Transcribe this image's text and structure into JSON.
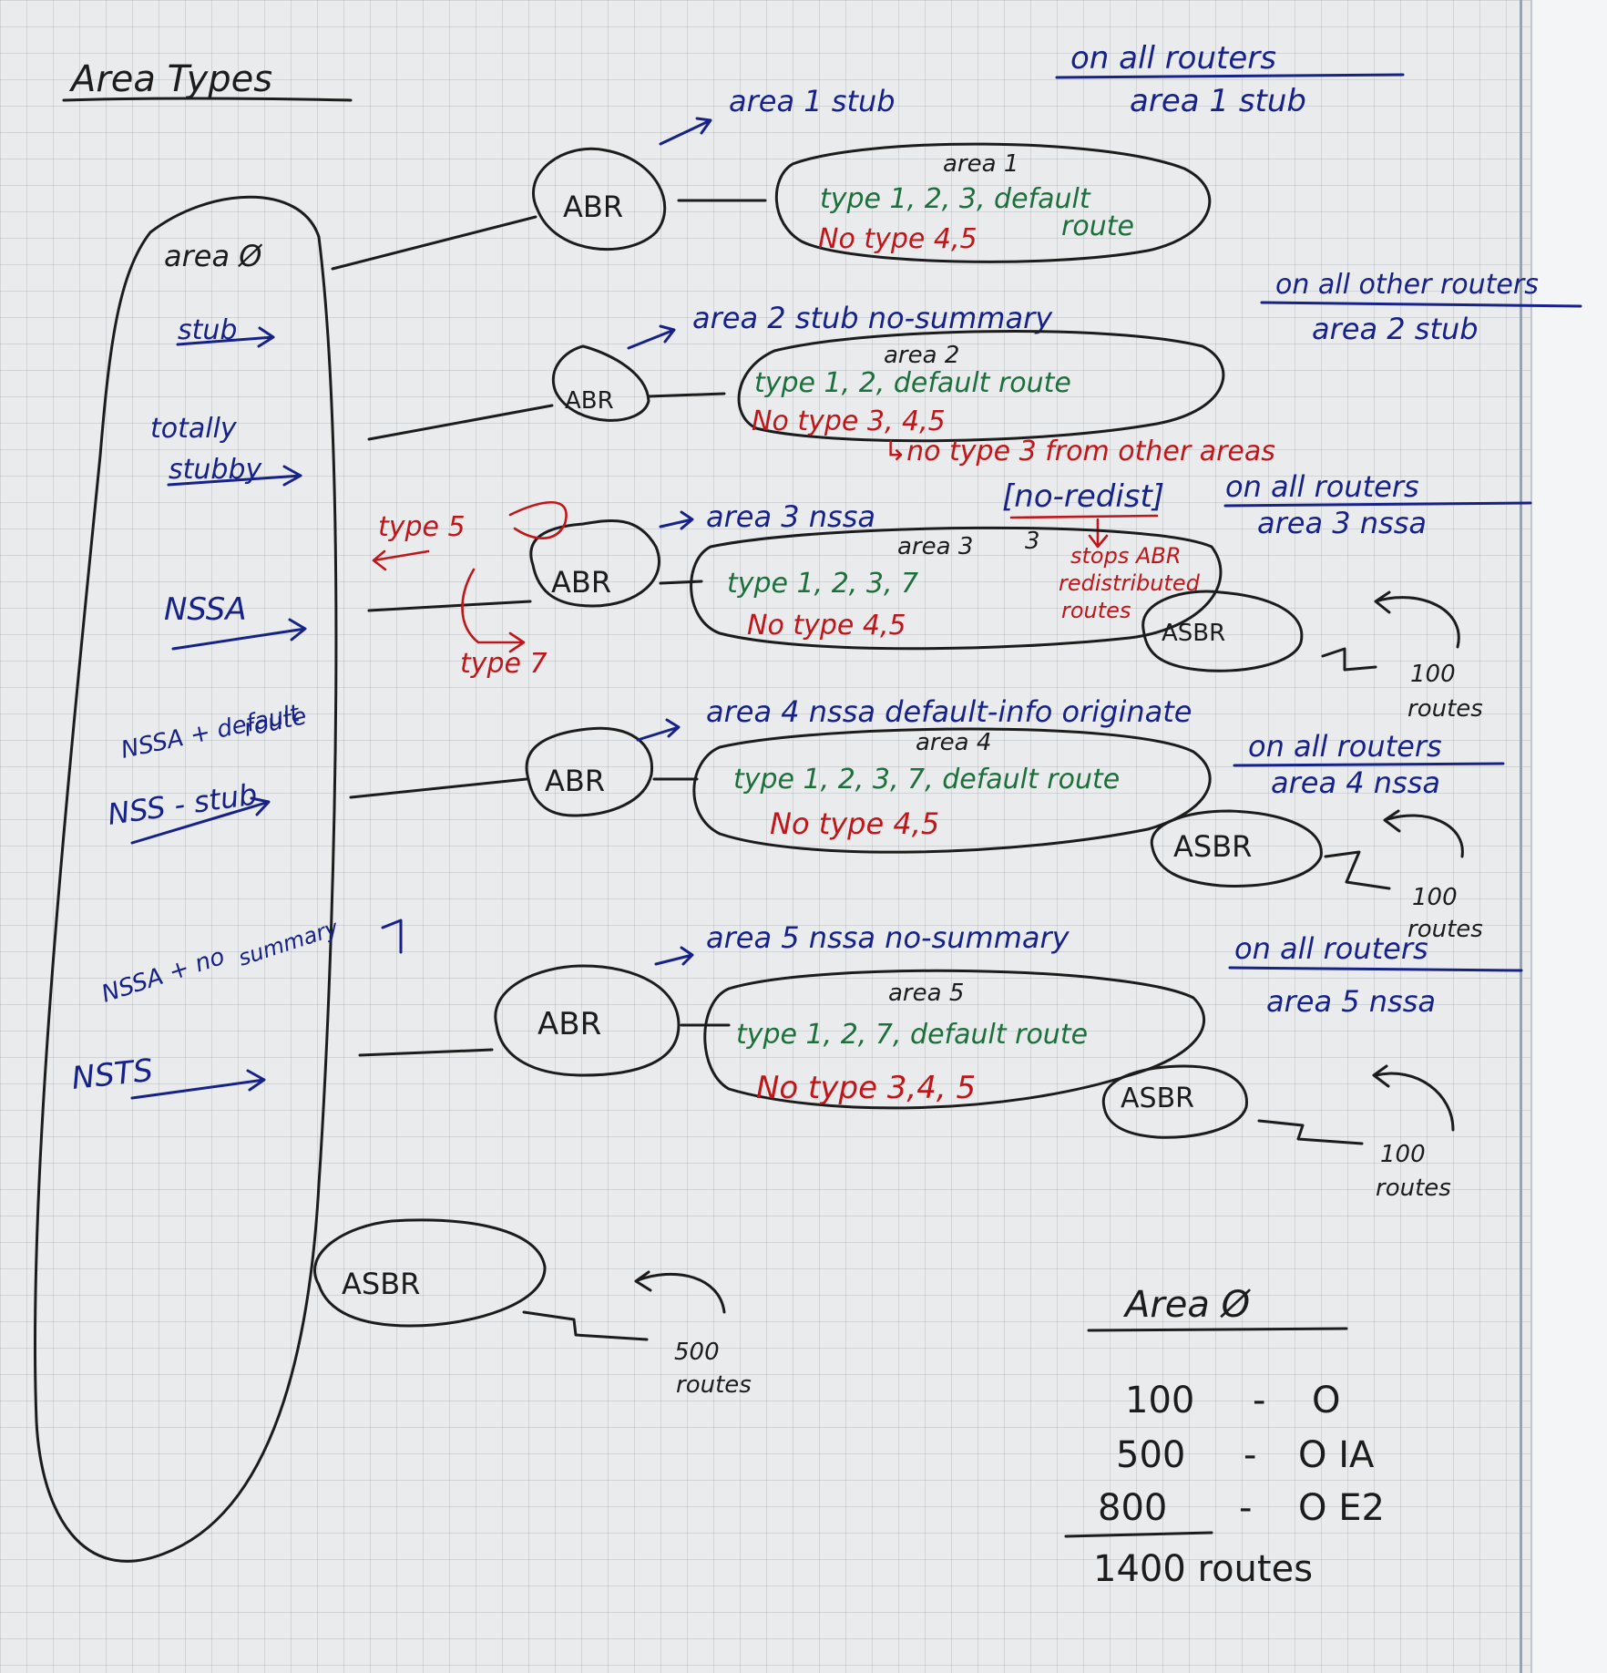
{
  "title": "Area Types",
  "area0": {
    "label": "area Ø",
    "types": [
      "stub",
      "totally stubby",
      "NSSA",
      "NSSA + default route",
      "NSS - stub",
      "NSSA + no summary",
      "NSTS"
    ]
  },
  "routers": {
    "abr": "ABR",
    "asbr": "ASBR"
  },
  "areas": [
    {
      "command": "area 1 stub",
      "name": "area 1",
      "allows": [
        "type 1, 2, 3, default",
        "route"
      ],
      "blocks": "No type 4,5",
      "config_header": "on all routers",
      "config_cmd": "area 1 stub"
    },
    {
      "command": "area 2 stub no-summary",
      "name": "area 2",
      "allows": [
        "type 1, 2, default route"
      ],
      "blocks": "No type 3, 4,5",
      "note": "↳no type 3 from other areas",
      "config_header": "on all other routers",
      "config_cmd": "area 2 stub"
    },
    {
      "command": "area 3 nssa",
      "command_option": "[no-redist]",
      "name": "area 3",
      "allows": [
        "type 1, 2, 3, 7"
      ],
      "blocks": "No type 4,5",
      "note_lines": [
        "stops ABR",
        "redistributed",
        "routes"
      ],
      "config_header": "on all routers",
      "config_cmd": "area 3 nssa",
      "routes": [
        "100",
        "routes"
      ],
      "type5": "type 5",
      "type7": "type 7"
    },
    {
      "command": "area 4 nssa default-info originate",
      "name": "area 4",
      "allows": [
        "type 1, 2, 3, 7, default route"
      ],
      "blocks": "No type 4,5",
      "config_header": "on all routers",
      "config_cmd": "area 4 nssa",
      "routes": [
        "100",
        "routes"
      ]
    },
    {
      "command": "area 5 nssa no-summary",
      "name": "area 5",
      "allows": [
        "type 1, 2, 7, default route"
      ],
      "blocks": "No type 3,4, 5",
      "config_header": "on all routers",
      "config_cmd": "area 5 nssa",
      "routes": [
        "100",
        "routes"
      ]
    }
  ],
  "backbone_asbr": {
    "routes": [
      "500",
      "routes"
    ]
  },
  "summary": {
    "header": "Area Ø",
    "rows": [
      {
        "count": "100",
        "sep": "-",
        "code": "O"
      },
      {
        "count": "500",
        "sep": "-",
        "code": "O IA"
      },
      {
        "count": "800",
        "sep": "-",
        "code": "O E2"
      }
    ],
    "total": "1400 routes"
  },
  "colors": {
    "black_ink": "#1c1c1c",
    "blue_ink": "#16228a",
    "green_ink": "#1d6f3c",
    "red_ink": "#c0161a",
    "paper": "#e9ebec"
  }
}
